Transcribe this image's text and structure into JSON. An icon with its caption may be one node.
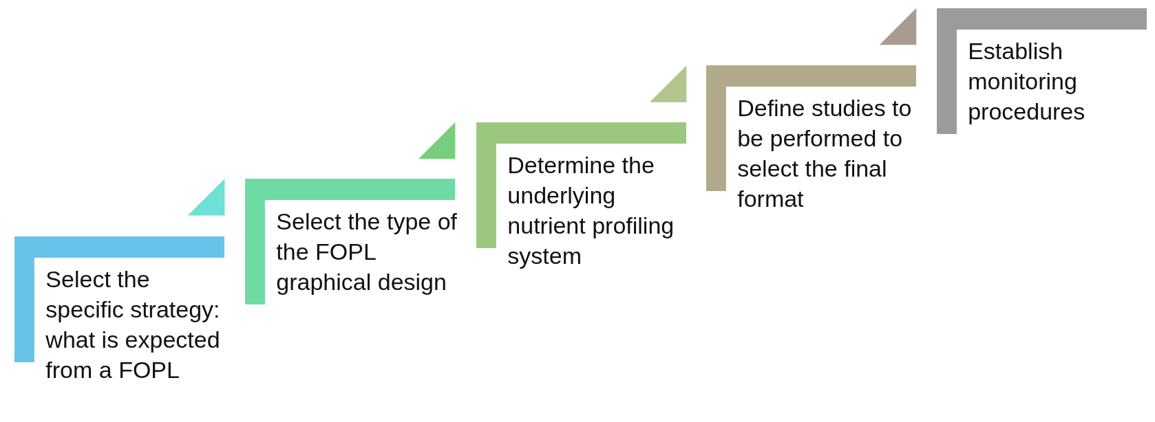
{
  "diagram": {
    "nodes": [
      {
        "text": [
          "Select the specific strategy: what is expected from a FOPL"
        ]
      },
      {
        "text": [
          "Select the type of the FOPL graphical design"
        ]
      },
      {
        "text": [
          "Determine the underlying nutrient profiling system"
        ]
      },
      {
        "text": [
          "Define studies to be performed to select the final format"
        ]
      },
      {
        "text": [
          "Establish monitoring procedures"
        ]
      }
    ]
  }
}
